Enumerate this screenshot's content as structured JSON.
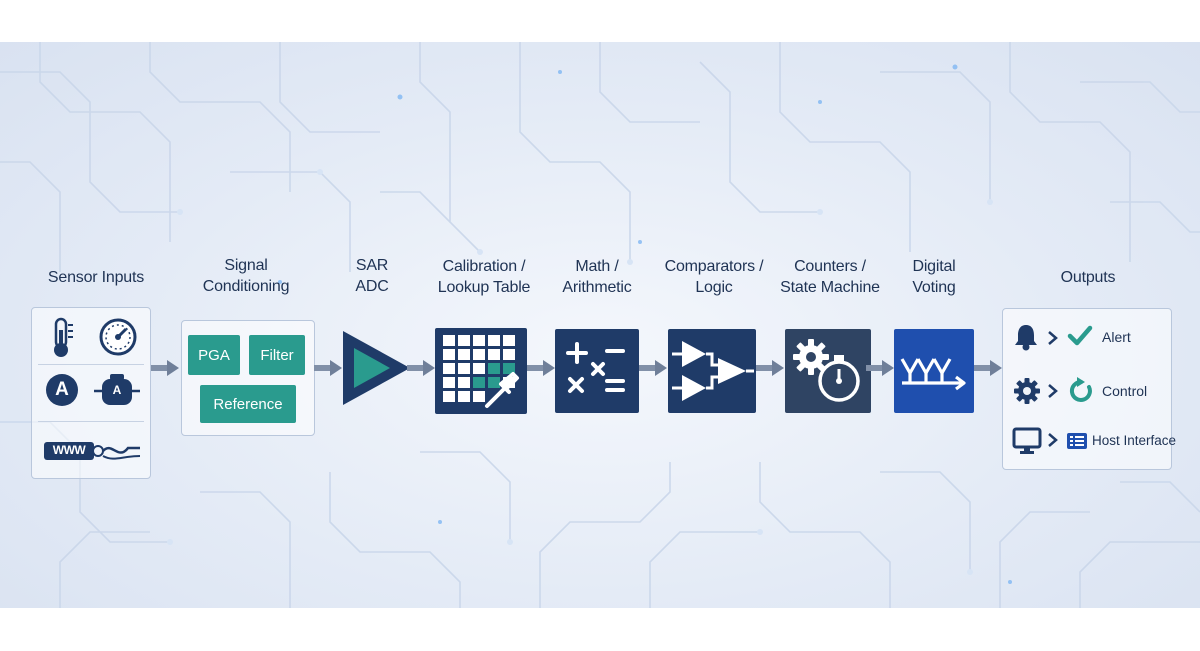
{
  "stages": {
    "sensor_inputs": {
      "line1": "Sensor Inputs"
    },
    "signal_conditioning": {
      "line1": "Signal",
      "line2": "Conditioning"
    },
    "sar_adc": {
      "line1": "SAR",
      "line2": "ADC"
    },
    "calibration": {
      "line1": "Calibration /",
      "line2": "Lookup Table"
    },
    "math": {
      "line1": "Math /",
      "line2": "Arithmetic"
    },
    "comparators": {
      "line1": "Comparators /",
      "line2": "Logic"
    },
    "counters": {
      "line1": "Counters /",
      "line2": "State Machine"
    },
    "digital_voting": {
      "line1": "Digital",
      "line2": "Voting"
    },
    "outputs": {
      "line1": "Outputs"
    }
  },
  "sensor_panel": {
    "amp_label": "A",
    "amp_block_label": "A",
    "strain_label": "WWW"
  },
  "conditioning_panel": {
    "pga": "PGA",
    "filter": "Filter",
    "reference": "Reference"
  },
  "outputs_panel": {
    "alert": "Alert",
    "control": "Control",
    "host_interface": "Host Interface"
  },
  "colors": {
    "navy": "#1f3b68",
    "slate": "#2f4463",
    "royal": "#1f4fae",
    "teal": "#2a9b8e",
    "arrow": "#6f7f99"
  }
}
